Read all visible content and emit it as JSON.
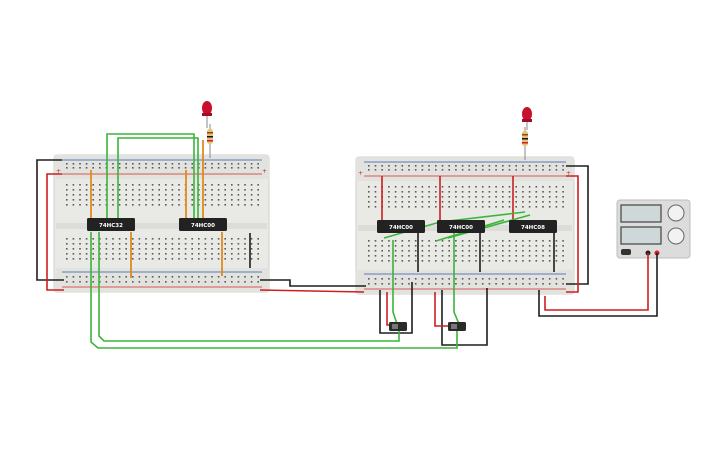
{
  "chips": [
    {
      "id": "u1",
      "label": "74HC32"
    },
    {
      "id": "u2",
      "label": "74HC00"
    },
    {
      "id": "u3",
      "label": "74HC00"
    },
    {
      "id": "u4",
      "label": "74HC00"
    },
    {
      "id": "u5",
      "label": "74HC08"
    }
  ],
  "rail_signs": {
    "plus": "+",
    "minus": "−"
  },
  "colors": {
    "breadboard": "#e9e9e6",
    "breadboard_edge": "#cfcfcb",
    "hole": "#5a5a5a",
    "rail_red": "#d42a2a",
    "rail_blue": "#2f58a8",
    "wire_black": "#1e1e1e",
    "wire_red": "#cc1f1f",
    "wire_green": "#3cb43c",
    "wire_orange": "#e08a1e",
    "chip": "#222222",
    "led": "#c8102e",
    "power_supply": "#dcdcdc"
  }
}
